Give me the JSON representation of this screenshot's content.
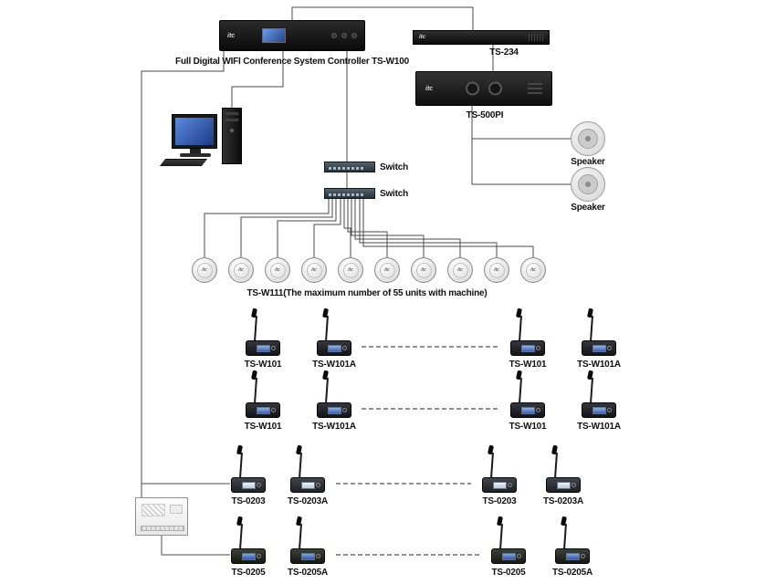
{
  "diagram": {
    "controller": {
      "brand": "itc",
      "label": "Full Digital WIFI Conference System Controller TS-W100"
    },
    "ts234": {
      "brand": "itc",
      "label": "TS-234"
    },
    "ts500pi": {
      "brand": "itc",
      "label": "TS-500PI"
    },
    "speakers": {
      "label1": "Speaker",
      "label2": "Speaker"
    },
    "switch1_label": "Switch",
    "switch2_label": "Switch",
    "tsw111": {
      "brand": "itc",
      "caption": "TS-W111(The maximum number of 55 units with machine)",
      "unit_count": 10
    },
    "mic_rows": [
      {
        "labels": [
          "TS-W101",
          "TS-W101A",
          "TS-W101",
          "TS-W101A"
        ]
      },
      {
        "labels": [
          "TS-W101",
          "TS-W101A",
          "TS-W101",
          "TS-W101A"
        ]
      },
      {
        "labels": [
          "TS-0203",
          "TS-0203A",
          "TS-0203",
          "TS-0203A"
        ]
      },
      {
        "labels": [
          "TS-0205",
          "TS-0205A",
          "TS-0205",
          "TS-0205A"
        ]
      }
    ]
  }
}
